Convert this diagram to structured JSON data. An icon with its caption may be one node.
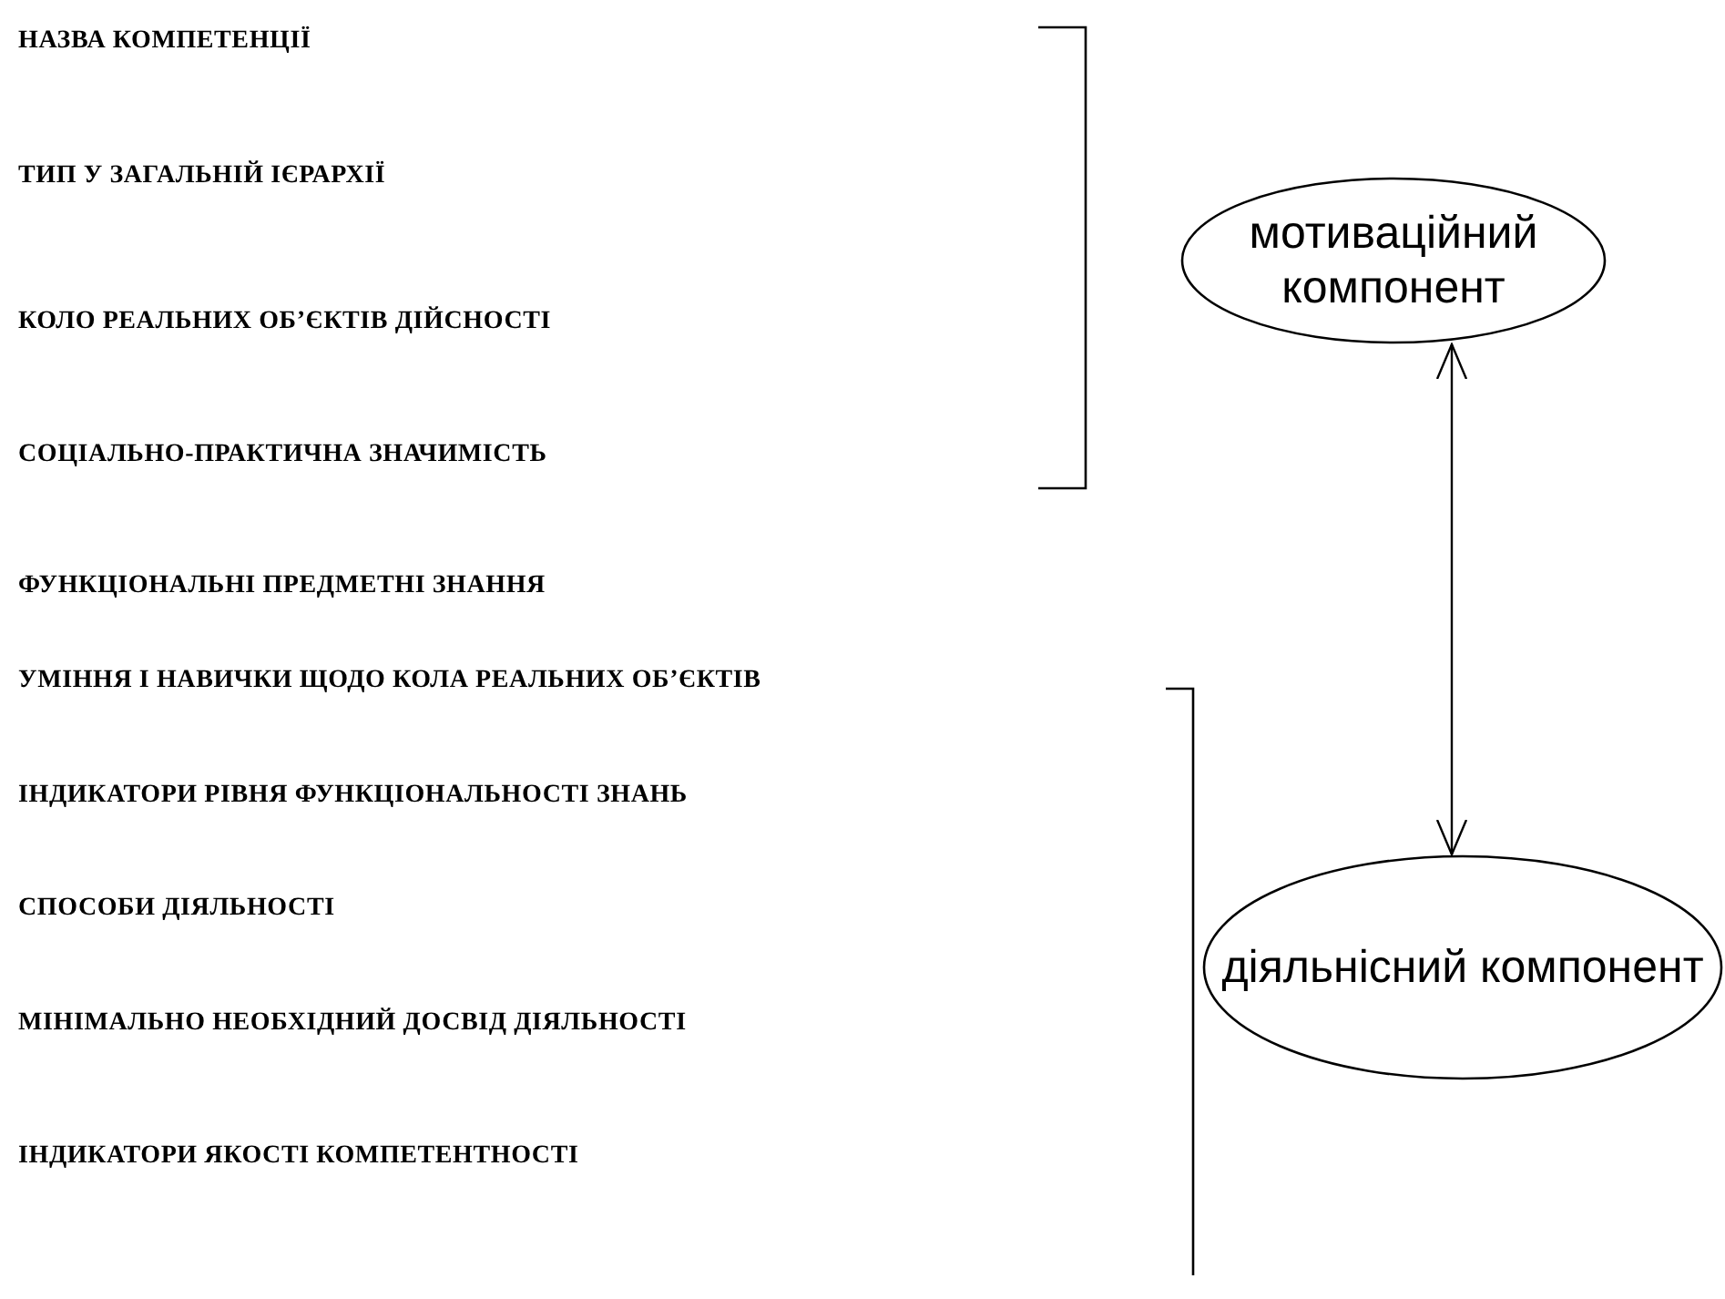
{
  "diagram": {
    "nodes": [
      {
        "text": [
          "мотиваційний компонент"
        ]
      },
      {
        "text": [
          "діяльнісний компонент"
        ]
      }
    ],
    "edges": [
      {
        "from": 0,
        "to": 1,
        "arrow": "both"
      }
    ],
    "labels": [
      "НАЗВА КОМПЕТЕНЦІЇ",
      "ТИП У ЗАГАЛЬНІЙ ІЄРАРХІЇ",
      "КОЛО РЕАЛЬНИХ ОБ’ЄКТІВ ДІЙСНОСТІ",
      "СОЦІАЛЬНО-ПРАКТИЧНА ЗНАЧИМІСТЬ",
      "ФУНКЦІОНАЛЬНІ ПРЕДМЕТНІ ЗНАННЯ",
      "УМІННЯ І НАВИЧКИ ЩОДО КОЛА РЕАЛЬНИХ ОБ’ЄКТІВ",
      "ІНДИКАТОРИ РІВНЯ ФУНКЦІОНАЛЬНОСТІ ЗНАНЬ",
      "СПОСОБИ ДІЯЛЬНОСТІ",
      "МІНІМАЛЬНО НЕОБХІДНИЙ ДОСВІД ДІЯЛЬНОСТІ",
      "ІНДИКАТОРИ ЯКОСТІ КОМПЕТЕНТНОСТІ"
    ]
  }
}
